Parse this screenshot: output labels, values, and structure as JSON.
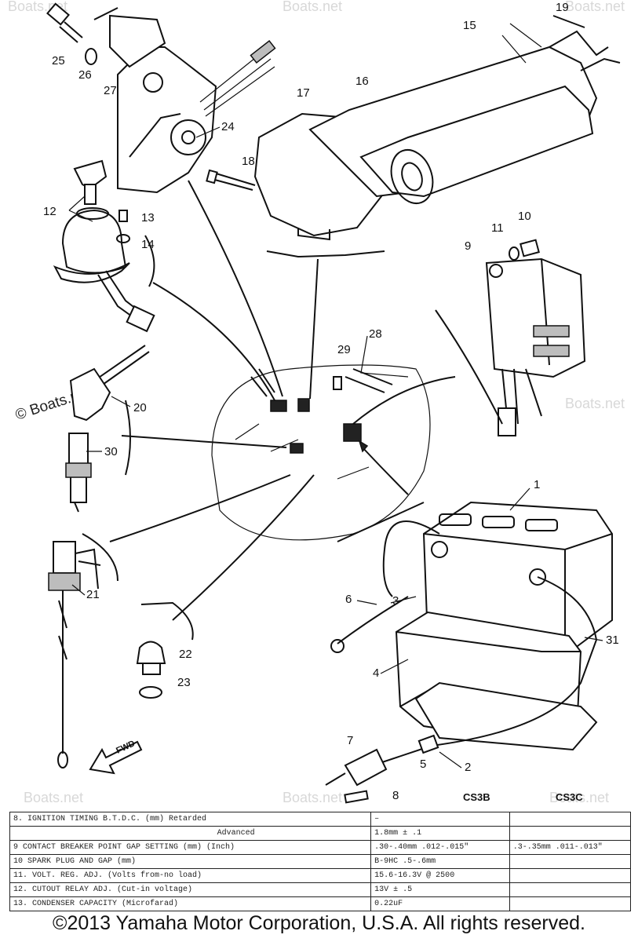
{
  "callouts": [
    "1",
    "2",
    "3",
    "4",
    "5",
    "6",
    "7",
    "8",
    "9",
    "10",
    "11",
    "12",
    "13",
    "14",
    "15",
    "16",
    "17",
    "18",
    "19",
    "20",
    "21",
    "22",
    "23",
    "24",
    "25",
    "26",
    "27",
    "28",
    "29",
    "30",
    "31"
  ],
  "watermarks": [
    "© Boats.net",
    "Boats.net"
  ],
  "fwd_label": "FWD",
  "model_headers": [
    "CS3B",
    "CS3C"
  ],
  "spec_rows": [
    {
      "label": "8.  IGNITION TIMING B.T.D.C. (mm) Retarded",
      "cs3b": "–",
      "cs3c": ""
    },
    {
      "label": "Advanced",
      "cs3b": "1.8mm ± .1",
      "cs3c": ""
    },
    {
      "label": "9    CONTACT BREAKER POINT GAP SETTING (mm) (Inch)",
      "cs3b": ".30-.40mm .012-.015\"",
      "cs3c": ".3-.35mm .011-.013\""
    },
    {
      "label": "10   SPARK PLUG AND GAP (mm)",
      "cs3b": "B-9HC  .5-.6mm",
      "cs3c": ""
    },
    {
      "label": "11.  VOLT. REG. ADJ. (Volts from-no load)",
      "cs3b": "15.6-16.3V @ 2500",
      "cs3c": ""
    },
    {
      "label": "12.  CUTOUT RELAY ADJ. (Cut-in voltage)",
      "cs3b": "13V ± .5",
      "cs3c": ""
    },
    {
      "label": "13.  CONDENSER CAPACITY (Microfarad)",
      "cs3b": "0.22uF",
      "cs3c": ""
    }
  ],
  "copyright": "©2013 Yamaha Motor Corporation, U.S.A. All rights reserved."
}
